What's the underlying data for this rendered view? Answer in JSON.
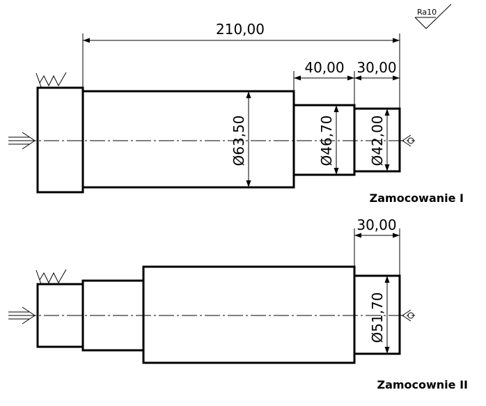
{
  "roughness": {
    "label": "Ra10"
  },
  "setup1": {
    "caption": "Zamocowanie I",
    "dims": {
      "total_length": "210,00",
      "length_mid": "40,00",
      "length_end": "30,00",
      "dia_large": "Ø63,50",
      "dia_mid": "Ø46,70",
      "dia_end": "Ø42,00"
    }
  },
  "setup2": {
    "caption": "Zamocownie II",
    "dims": {
      "length_end": "30,00",
      "dia_end": "Ø51,70"
    }
  },
  "colors": {
    "line": "#000000",
    "background": "#ffffff"
  }
}
